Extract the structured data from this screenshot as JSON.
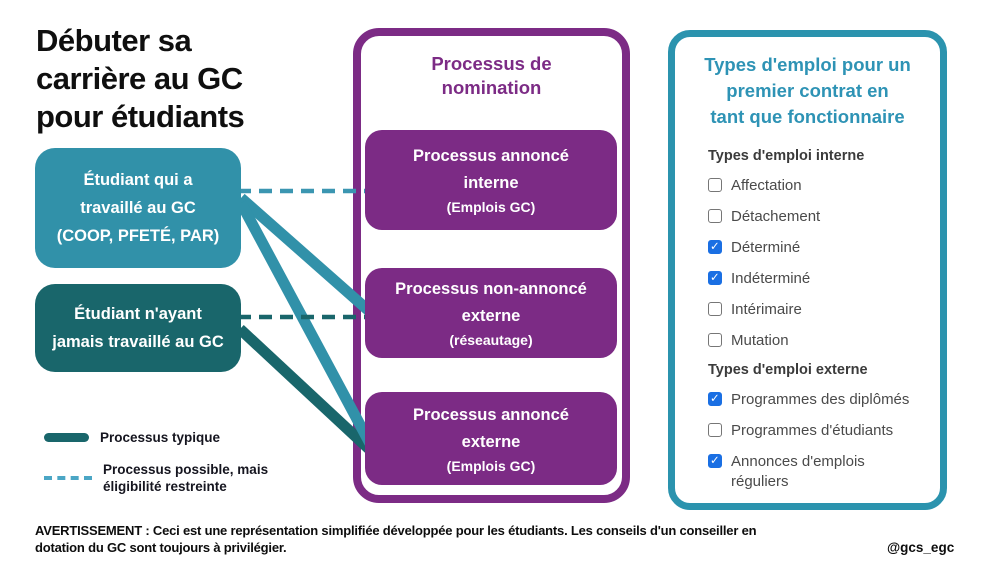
{
  "title": {
    "lines": [
      "Débuter sa",
      "carrière au GC",
      "pour étudiants"
    ]
  },
  "student_boxes": [
    {
      "lines": [
        "Étudiant qui a",
        "travaillé au GC",
        "(COOP, PFETÉ, PAR)"
      ]
    },
    {
      "lines": [
        "Étudiant n'ayant",
        "jamais travaillé au GC"
      ]
    }
  ],
  "nomination": {
    "title_lines": [
      "Processus de",
      "nomination"
    ],
    "boxes": [
      {
        "title_lines": [
          "Processus annoncé",
          "interne"
        ],
        "subtitle": "(Emplois GC)"
      },
      {
        "title_lines": [
          "Processus non-annoncé",
          "externe"
        ],
        "subtitle": "(réseautage)"
      },
      {
        "title_lines": [
          "Processus annoncé",
          "externe"
        ],
        "subtitle": "(Emplois GC)"
      }
    ]
  },
  "job_types": {
    "title_lines": [
      "Types d'emploi pour un",
      "premier contrat en",
      "tant que fonctionnaire"
    ],
    "sections": [
      {
        "header": "Types d'emploi interne",
        "items": [
          {
            "label": "Affectation",
            "checked": false
          },
          {
            "label": "Détachement",
            "checked": false
          },
          {
            "label": "Déterminé",
            "checked": true
          },
          {
            "label": "Indéterminé",
            "checked": true
          },
          {
            "label": "Intérimaire",
            "checked": false
          },
          {
            "label": "Mutation",
            "checked": false
          }
        ]
      },
      {
        "header": "Types d'emploi externe",
        "items": [
          {
            "label": "Programmes des diplômés",
            "checked": true
          },
          {
            "label": "Programmes d'étudiants",
            "checked": false
          },
          {
            "label": "Annonces d'emplois réguliers",
            "checked": true
          }
        ]
      }
    ]
  },
  "legend": {
    "items": [
      {
        "style": "solid",
        "label_lines": [
          "Processus typique"
        ]
      },
      {
        "style": "dashed",
        "label_lines": [
          "Processus possible, mais",
          "éligibilité restreinte"
        ]
      }
    ]
  },
  "footer": {
    "disclaimer": "AVERTISSEMENT : Ceci est une représentation simplifiée développée pour les étudiants. Les conseils d'un conseiller en dotation du GC sont toujours à privilégier.",
    "handle": "@gcs_egc"
  },
  "colors": {
    "teal_light": "#3191A9",
    "teal_dark": "#19666B",
    "purple": "#7C2B85",
    "teal_border": "#2B93AE",
    "checkbox_blue": "#1A6FE3",
    "dashed_light": "#3B96B1"
  }
}
